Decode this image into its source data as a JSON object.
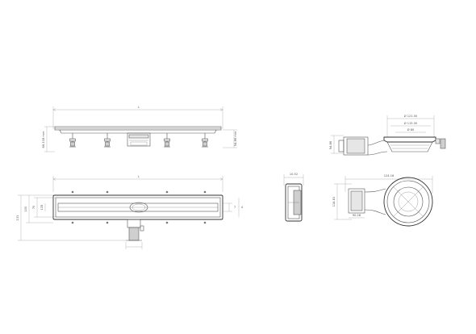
{
  "labels": {
    "top_length": "L",
    "plan_length": "L",
    "side_left_height": "86-118 mm",
    "side_right_height": "54-86 mm",
    "plan_left_outer": "131",
    "plan_left_inner": "100",
    "plan_left_mid": "70",
    "plan_right_a": "7",
    "plan_right_b": "4",
    "outlet_section_width": "10.52",
    "outlet_top_d1": "Ø 121.50",
    "outlet_top_d2": "Ø 115.50",
    "outlet_top_d3": "Ø 80",
    "outlet_left_height": "54-86",
    "outlet_plan_width": "124.16",
    "outlet_plan_height": "114.81",
    "outlet_plan_bottom": "90.28",
    "plan_left_extra": "135"
  }
}
